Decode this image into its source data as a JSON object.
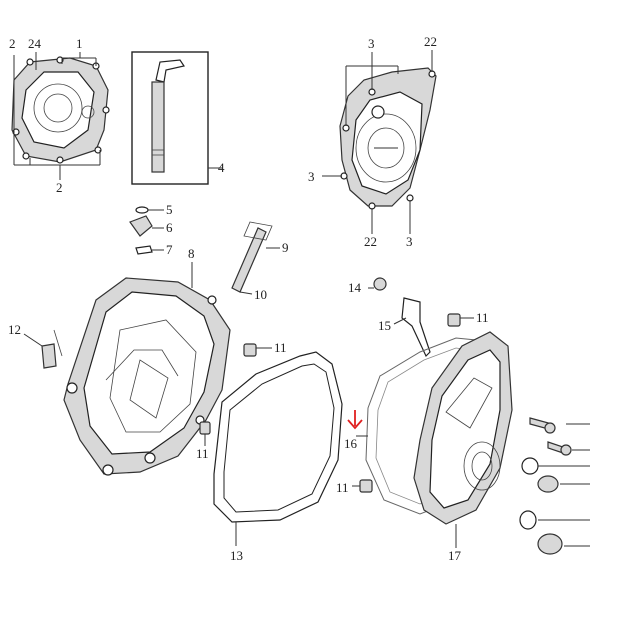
{
  "labels": {
    "l2a": "2",
    "l24": "24",
    "l1": "1",
    "l2b": "2",
    "l4": "4",
    "l3a": "3",
    "l22a": "22",
    "l3b": "3",
    "l22b": "22",
    "l3c": "3",
    "l5": "5",
    "l6": "6",
    "l7": "7",
    "l8": "8",
    "l9": "9",
    "l10": "10",
    "l12": "12",
    "l11a": "11",
    "l11b": "11",
    "l13": "13",
    "l14": "14",
    "l15": "15",
    "l11c": "11",
    "l16": "16",
    "l11d": "11",
    "l17": "17"
  },
  "colors": {
    "arrow": "#e02020",
    "ink": "#222222"
  }
}
